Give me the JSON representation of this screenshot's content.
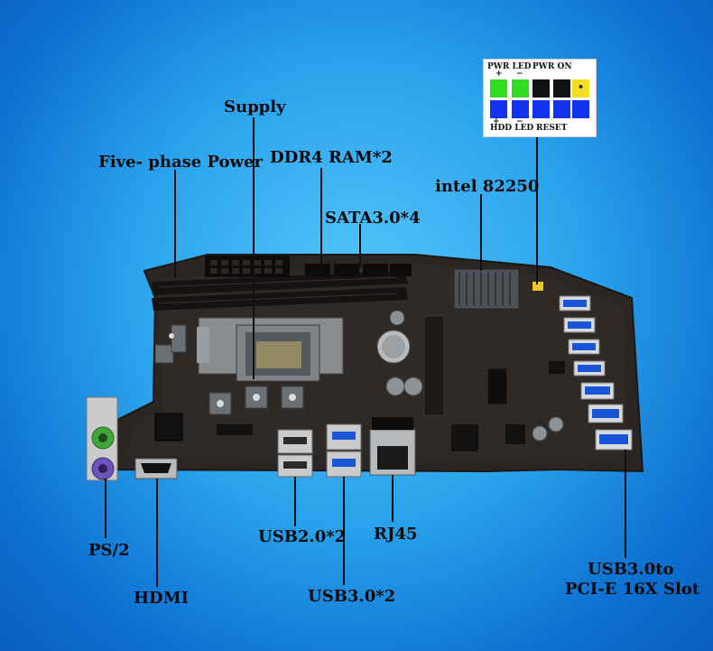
{
  "labels": {
    "supply": "Supply",
    "five_phase_power": "Five- phase Power",
    "ddr4_ram": "DDR4 RAM*2",
    "sata": "SATA3.0*4",
    "intel": "intel 82250",
    "ps2": "PS/2",
    "hdmi": "HDMI",
    "usb20": "USB2.0*2",
    "usb30": "USB3.0*2",
    "rj45": "RJ45",
    "usb30_to_line1": "USB3.0to",
    "usb30_to_line2": "PCI-E 16X  Slot"
  },
  "panel": {
    "pwr_led": "PWR LED",
    "pwr_on": "PWR ON",
    "hdd_led": "HDD LED",
    "reset": "RESET",
    "plus": "+",
    "minus": "−",
    "dot": "•",
    "colors": {
      "green": "#33dd22",
      "black": "#111111",
      "yellow": "#f2e01e",
      "blue": "#1133ee"
    }
  }
}
